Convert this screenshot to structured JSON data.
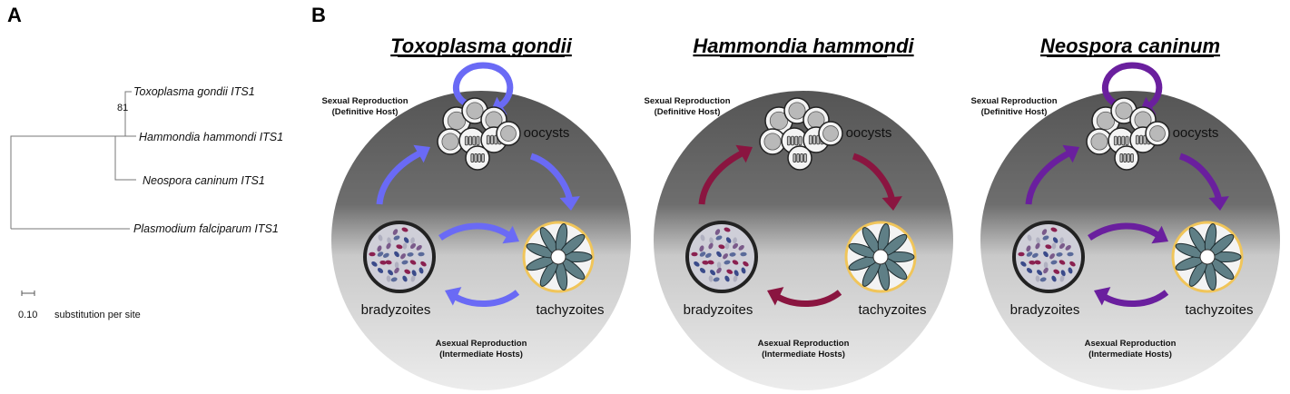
{
  "panels": {
    "a_label": "A",
    "b_label": "B"
  },
  "tree": {
    "leaves": [
      "Toxoplasma gondii ITS1",
      "Hammondia hammondi ITS1",
      "Neospora caninum ITS1",
      "Plasmodium falciparum ITS1"
    ],
    "bootstrap": "81",
    "scale_value": "0.10",
    "scale_unit": "substitution per site"
  },
  "cycles": [
    {
      "title": "Toxoplasma gondii",
      "arrow_color": "#6a6af5"
    },
    {
      "title": "Hammondia hammondi",
      "arrow_color": "#8a1540"
    },
    {
      "title": "Neospora caninum",
      "arrow_color": "#6a1f9e"
    }
  ],
  "labels": {
    "sexual_line1": "Sexual Reproduction",
    "sexual_line2": "(Definitive Host)",
    "oocysts": "oocysts",
    "bradyzoites": "bradyzoites",
    "tachyzoites": "tachyzoites",
    "asexual_line1": "Asexual Reproduction",
    "asexual_line2": "(Intermediate Hosts)"
  }
}
